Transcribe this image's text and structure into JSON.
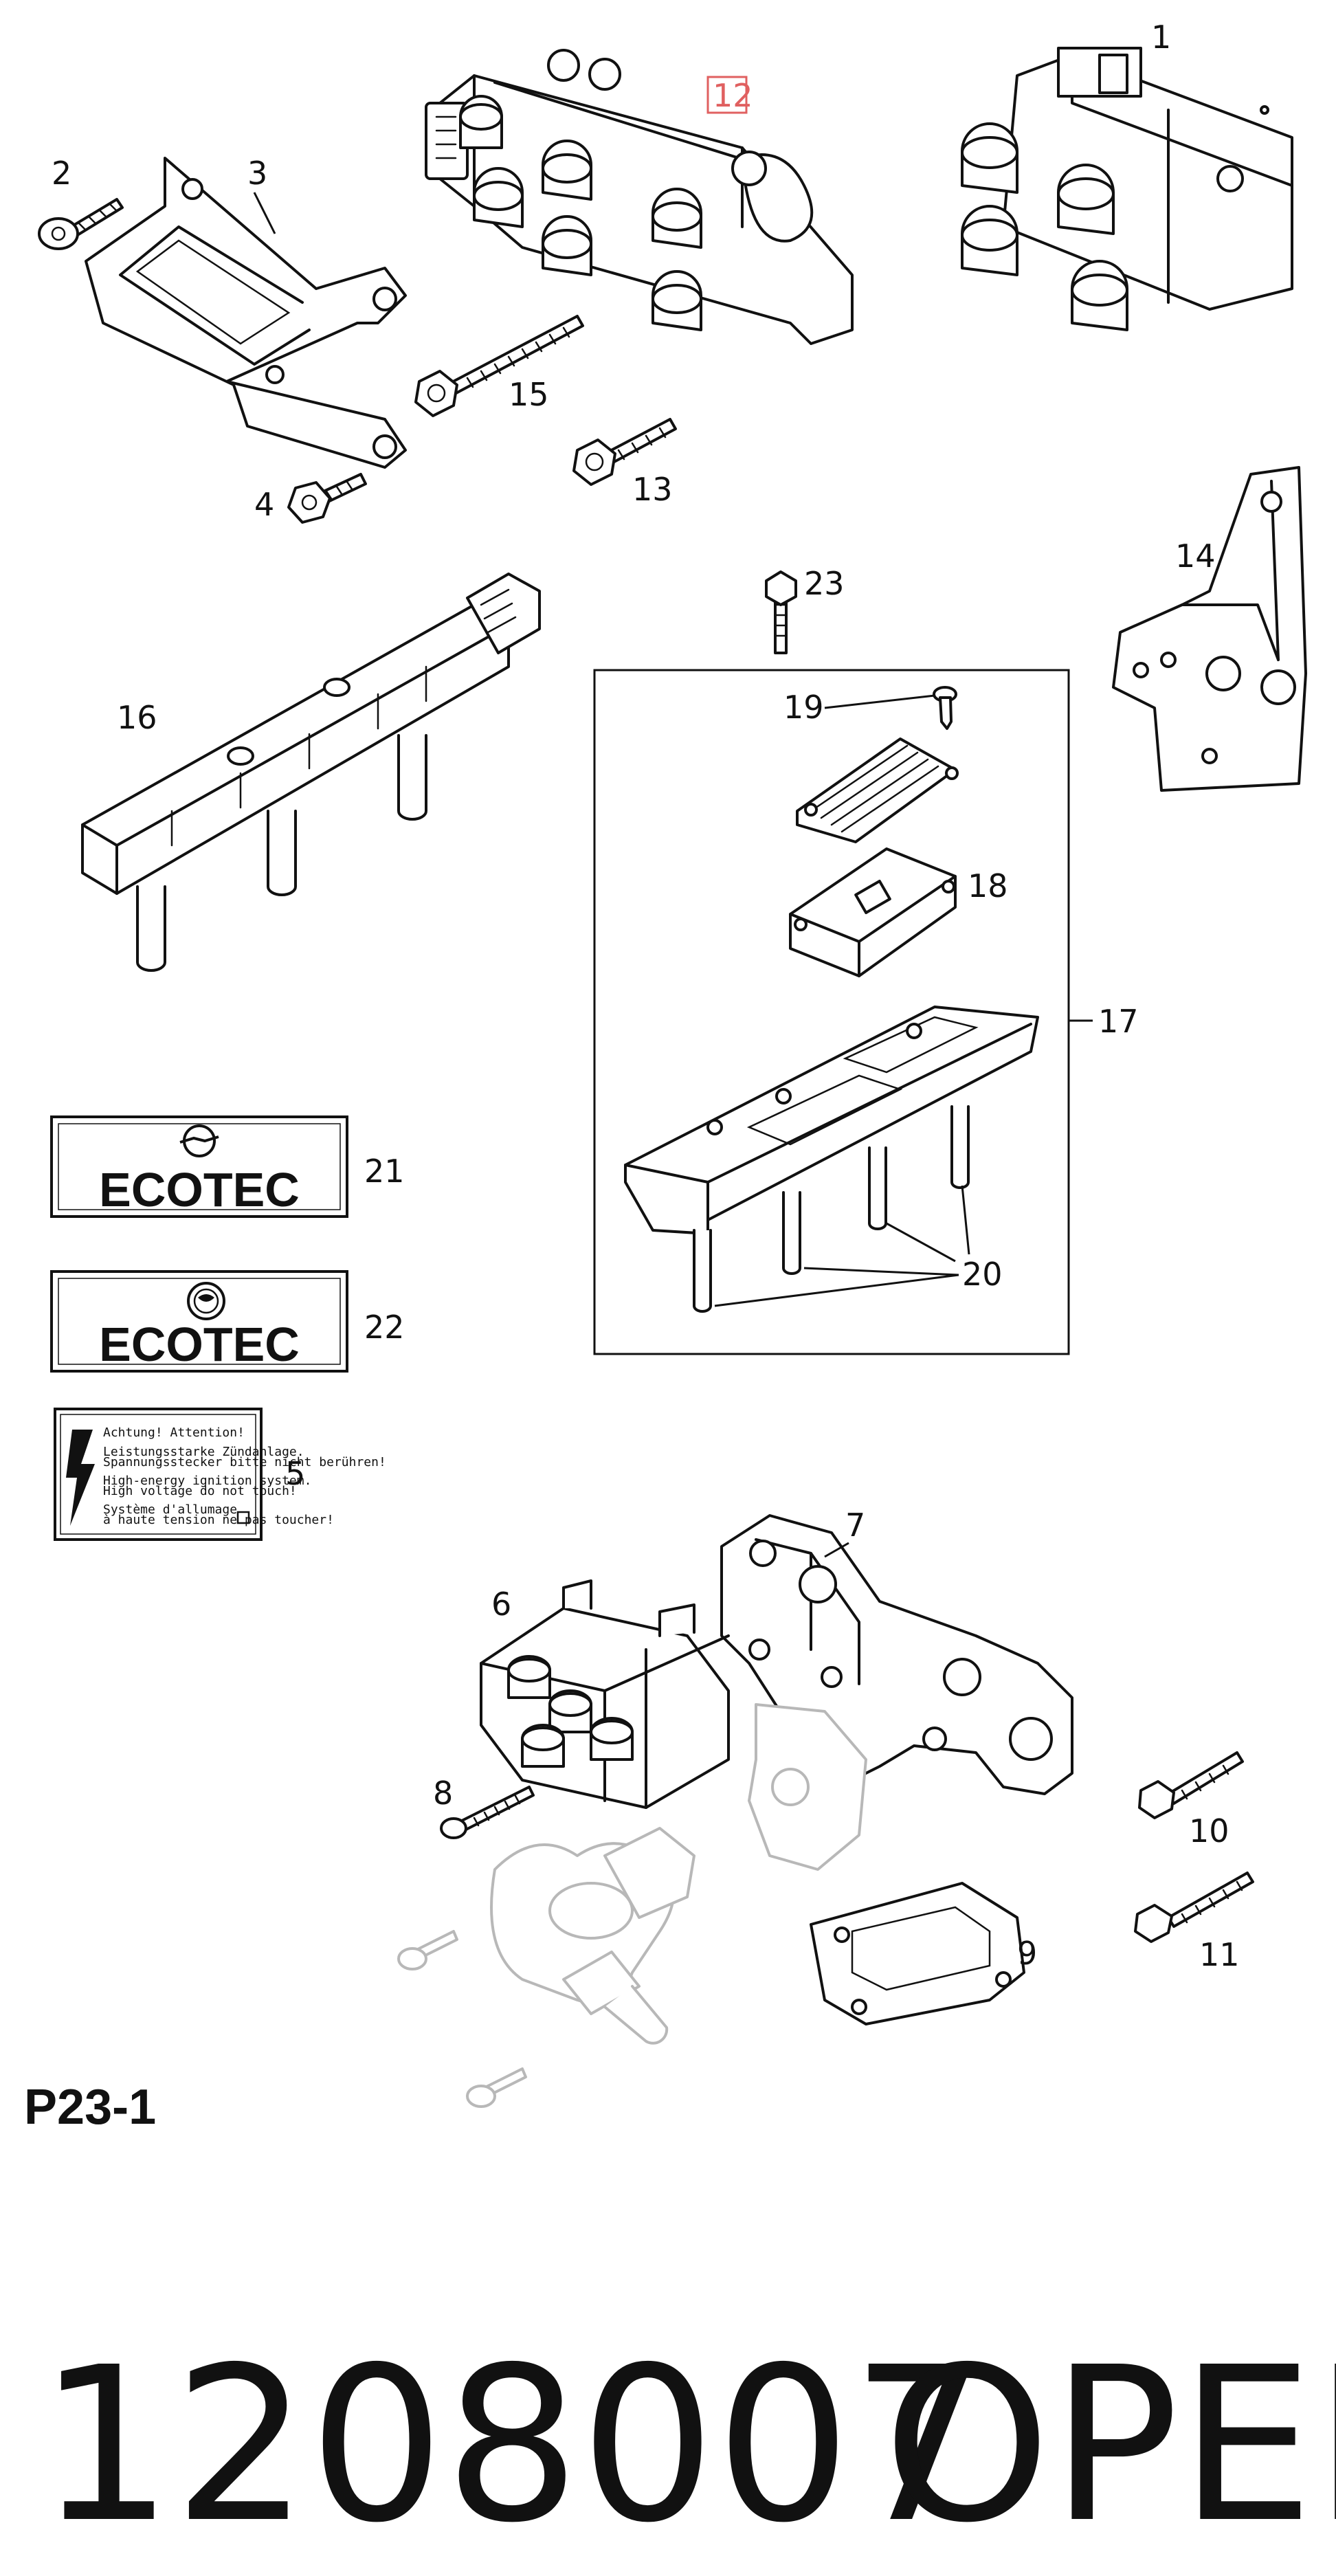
{
  "callouts": {
    "c1": "1",
    "c2": "2",
    "c3": "3",
    "c4": "4",
    "c5": "5",
    "c6": "6",
    "c7": "7",
    "c8": "8",
    "c9": "9",
    "c10": "10",
    "c11": "11",
    "c12": "12",
    "c13": "13",
    "c14": "14",
    "c15": "15",
    "c16": "16",
    "c17": "17",
    "c18": "18",
    "c19": "19",
    "c20": "20",
    "c21": "21",
    "c22": "22",
    "c23": "23"
  },
  "highlighted_callout": "12",
  "labels": {
    "ecotec_21": "ECOTEC",
    "ecotec_22": "ECOTEC",
    "warning_title": "Achtung! Attention!",
    "warning_lines": [
      "Leistungsstarke Zündanlage.",
      "Spannungsstecker bitte nicht berühren!",
      "High-energy ignition system.",
      "High voltage do not touch!",
      "Système d'allumage",
      "à haute tension ne pas toucher!"
    ]
  },
  "diagram_code": "P23-1",
  "footer": {
    "part_number": "1208007",
    "brand": "OPEL"
  },
  "colors": {
    "line": "#111111",
    "faded_line": "#b8b8b8",
    "highlight": "#e06060",
    "background": "#ffffff"
  }
}
